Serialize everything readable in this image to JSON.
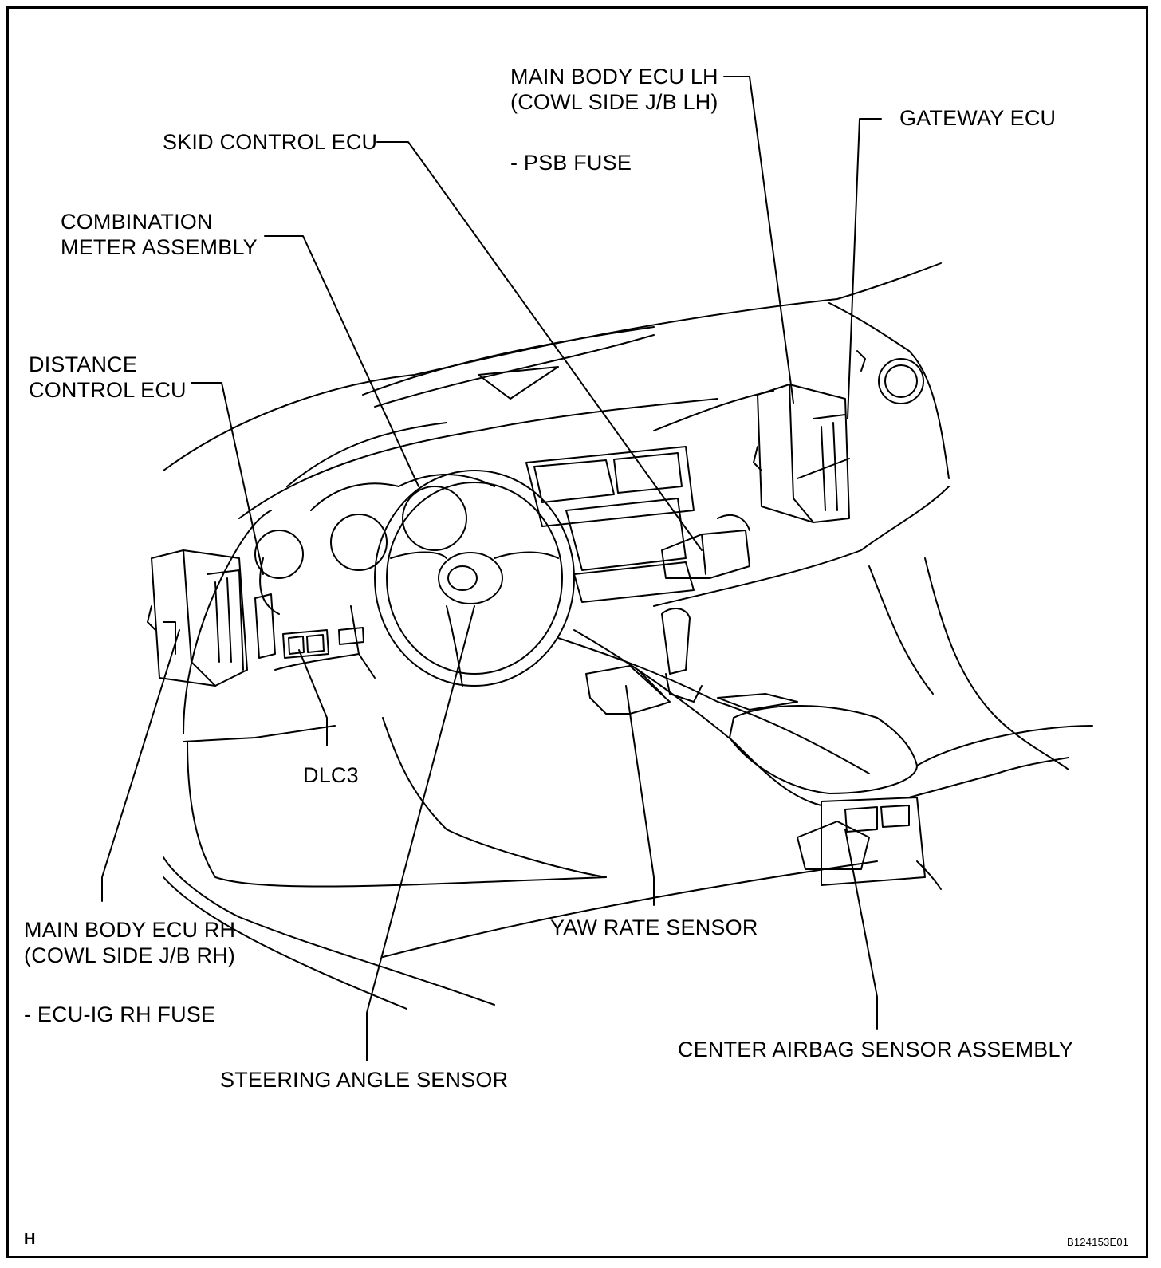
{
  "labels": {
    "main_body_ecu_lh": "MAIN BODY ECU LH",
    "cowl_side_jb_lh": "(COWL SIDE J/B LH)",
    "psb_fuse": "- PSB FUSE",
    "gateway_ecu": "GATEWAY ECU",
    "skid_control_ecu": "SKID CONTROL ECU",
    "combination_line1": "COMBINATION",
    "combination_line2": "METER ASSEMBLY",
    "distance_line1": "DISTANCE",
    "distance_line2": "CONTROL ECU",
    "dlc3": "DLC3",
    "main_body_ecu_rh": "MAIN BODY ECU RH",
    "cowl_side_jb_rh": "(COWL SIDE J/B RH)",
    "ecu_ig_rh_fuse": "- ECU-IG RH FUSE",
    "yaw_rate_sensor": "YAW RATE SENSOR",
    "center_airbag_sensor": "CENTER AIRBAG SENSOR ASSEMBLY",
    "steering_angle_sensor": "STEERING ANGLE SENSOR"
  },
  "corner_mark": "H",
  "figure_code": "B124153E01"
}
